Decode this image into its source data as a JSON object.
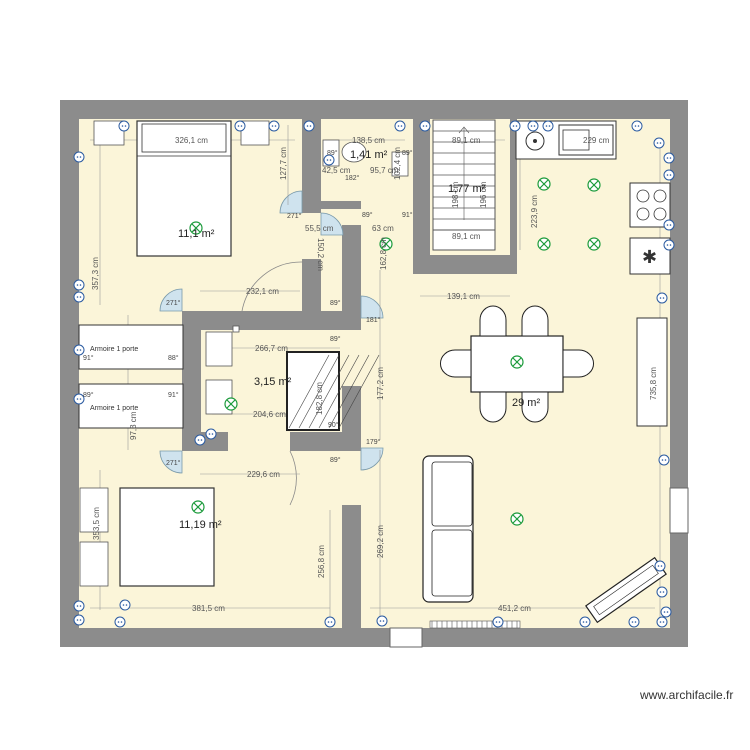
{
  "watermark": "www.archifacile.fr",
  "colors": {
    "wall": "#8c8c8c",
    "floor": "#fbf5d9",
    "swing": "#cfe3ee",
    "light": "#1a9a3a",
    "outlet": "#2a5aa0"
  },
  "rooms": [
    {
      "id": "bedroom-1",
      "label": "11,1 m²"
    },
    {
      "id": "wc",
      "label": "1,41 m²"
    },
    {
      "id": "stair-room",
      "label": "1,77 m²"
    },
    {
      "id": "bathroom",
      "label": "3,15 m²"
    },
    {
      "id": "living",
      "label": "29 m²"
    },
    {
      "id": "bedroom-2",
      "label": "11,19 m²"
    }
  ],
  "dimensions": [
    "326,1 cm",
    "357,3 cm",
    "127,7 cm",
    "138,5 cm",
    "89,1 cm",
    "42,5 cm",
    "95,7 cm",
    "102,4 cm",
    "229 cm",
    "223,9 cm",
    "55,5 cm",
    "150,2 cm",
    "63 cm",
    "162,8 cm",
    "89,1 cm",
    "232,1 cm",
    "139,1 cm",
    "266,7 cm",
    "182,8 cm",
    "204,6 cm",
    "177,2 cm",
    "735,8 cm",
    "229,6 cm",
    "353,5 cm",
    "256,8 cm",
    "269,2 cm",
    "381,5 cm",
    "451,2 cm",
    "97,3 cm",
    "198 cm",
    "196 cm"
  ],
  "angles": [
    "271°",
    "89°",
    "91°",
    "182°",
    "181°",
    "179°",
    "88°",
    "90°"
  ],
  "furniture": [
    "Armoire 1 porte",
    "Armoire 1 porte"
  ]
}
